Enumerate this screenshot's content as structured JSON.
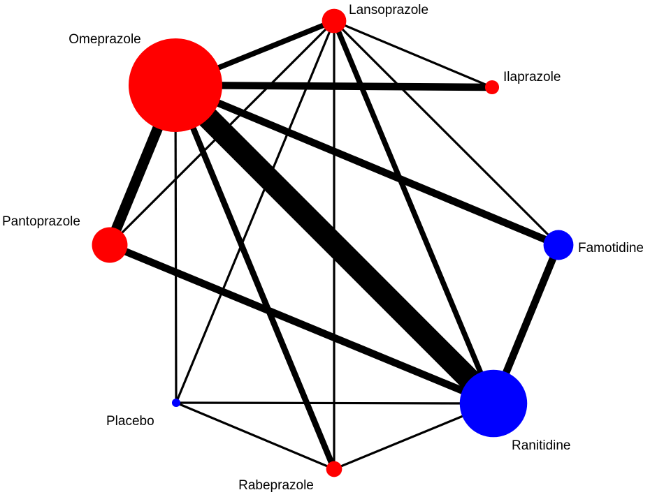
{
  "diagram": {
    "type": "network",
    "colors": {
      "ppi": "#ff0000",
      "h2ra": "#0000ff",
      "edge": "#000000"
    },
    "nodes": [
      {
        "id": "omeprazole",
        "label": "Omeprazole",
        "class": "ppi",
        "relative_size": 1.0
      },
      {
        "id": "lansoprazole",
        "label": "Lansoprazole",
        "class": "ppi",
        "relative_size": 0.26
      },
      {
        "id": "ilaprazole",
        "label": "Ilaprazole",
        "class": "ppi",
        "relative_size": 0.15
      },
      {
        "id": "famotidine",
        "label": "Famotidine",
        "class": "h2ra",
        "relative_size": 0.32
      },
      {
        "id": "ranitidine",
        "label": "Ranitidine",
        "class": "h2ra",
        "relative_size": 0.72
      },
      {
        "id": "rabeprazole",
        "label": "Rabeprazole",
        "class": "ppi",
        "relative_size": 0.17
      },
      {
        "id": "placebo",
        "label": "Placebo",
        "class": "h2ra",
        "relative_size": 0.09
      },
      {
        "id": "pantoprazole",
        "label": "Pantoprazole",
        "class": "ppi",
        "relative_size": 0.38
      }
    ],
    "edges": [
      {
        "from": "omeprazole",
        "to": "ranitidine",
        "weight": 1.0
      },
      {
        "from": "omeprazole",
        "to": "pantoprazole",
        "weight": 0.47
      },
      {
        "from": "omeprazole",
        "to": "ilaprazole",
        "weight": 0.33
      },
      {
        "from": "omeprazole",
        "to": "famotidine",
        "weight": 0.33
      },
      {
        "from": "omeprazole",
        "to": "lansoprazole",
        "weight": 0.24
      },
      {
        "from": "omeprazole",
        "to": "rabeprazole",
        "weight": 0.27
      },
      {
        "from": "omeprazole",
        "to": "placebo",
        "weight": 0.1
      },
      {
        "from": "pantoprazole",
        "to": "ranitidine",
        "weight": 0.33
      },
      {
        "from": "pantoprazole",
        "to": "lansoprazole",
        "weight": 0.1
      },
      {
        "from": "famotidine",
        "to": "ranitidine",
        "weight": 0.33
      },
      {
        "from": "lansoprazole",
        "to": "ranitidine",
        "weight": 0.24
      },
      {
        "from": "lansoprazole",
        "to": "ilaprazole",
        "weight": 0.1
      },
      {
        "from": "lansoprazole",
        "to": "famotidine",
        "weight": 0.1
      },
      {
        "from": "lansoprazole",
        "to": "rabeprazole",
        "weight": 0.1
      },
      {
        "from": "lansoprazole",
        "to": "placebo",
        "weight": 0.1
      },
      {
        "from": "placebo",
        "to": "ranitidine",
        "weight": 0.1
      },
      {
        "from": "placebo",
        "to": "rabeprazole",
        "weight": 0.1
      },
      {
        "from": "rabeprazole",
        "to": "ranitidine",
        "weight": 0.1
      }
    ]
  }
}
